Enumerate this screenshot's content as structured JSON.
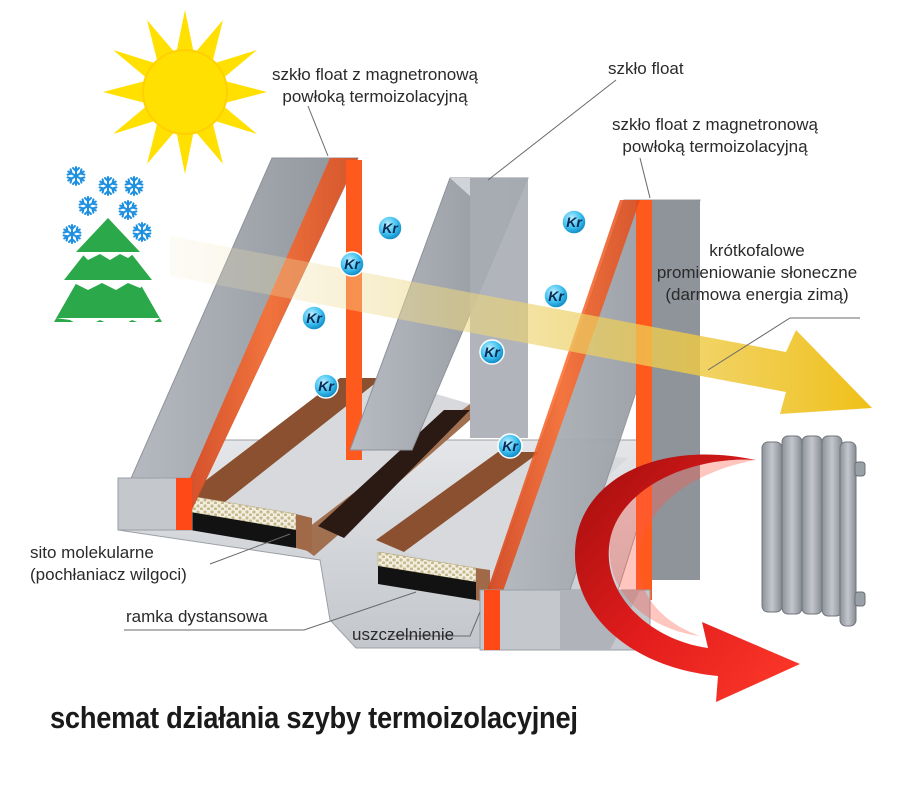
{
  "title": "schemat działania szyby termoizolacyjnej",
  "labels": {
    "coated_glass_left": [
      "szkło float z magnetronową",
      "powłoką termoizolacyjną"
    ],
    "float_glass": "szkło float",
    "coated_glass_right": [
      "szkło float z magnetronową",
      "powłoką termoizolacyjną"
    ],
    "solar_radiation": [
      "krótkofalowe",
      "promieniowanie słoneczne",
      "(darmowa energia zimą)"
    ],
    "molecular_sieve": [
      "sito molekularne",
      "(pochłaniacz wilgoci)"
    ],
    "spacer_frame": "ramka dystansowa",
    "sealant": "uszczelnienie"
  },
  "gas_symbol": "Kr",
  "colors": {
    "sun": "#ffe000",
    "tree": "#2aa84a",
    "snowflake": "#1e90e0",
    "coating": "#f05a1e",
    "glass": "#b4b8bf",
    "arrow_heat": "#e02020",
    "arrow_solar": "#f0c020",
    "krypton": "#3cc0f0"
  },
  "icons": [
    "sun-icon",
    "snowflake-icon",
    "pine-tree-icon",
    "radiator-icon",
    "krypton-molecule-icon"
  ]
}
